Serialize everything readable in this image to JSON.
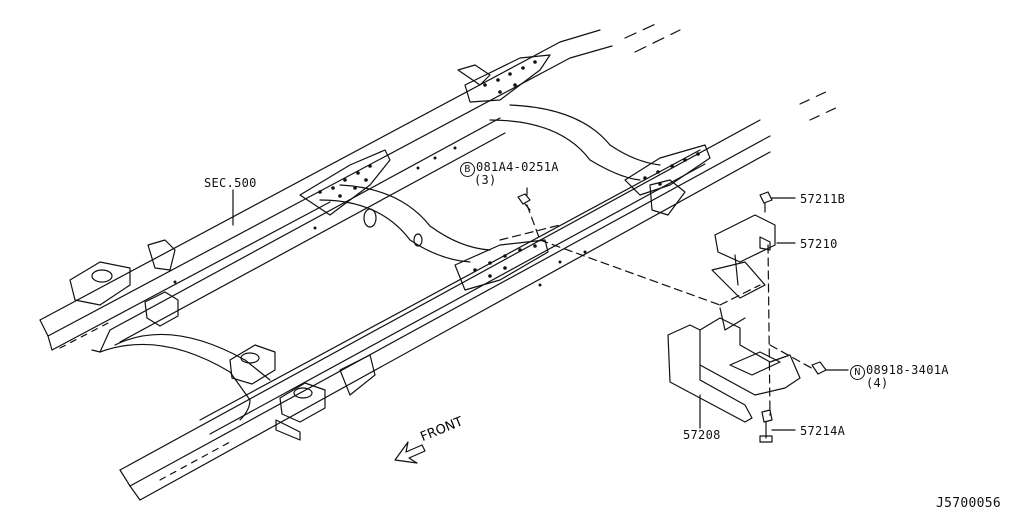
{
  "diagram": {
    "sec_ref": "SEC.500",
    "bolt_b": {
      "circle": "B",
      "part": "081A4-0251A",
      "qty": "(3)"
    },
    "nut_n": {
      "circle": "N",
      "part": "08918-3401A",
      "qty": "(4)"
    },
    "parts": {
      "p1": "57211B",
      "p2": "57210",
      "p3": "57208",
      "p4": "57214A"
    },
    "front_label": "FRONT",
    "diagram_id": "J5700056"
  }
}
